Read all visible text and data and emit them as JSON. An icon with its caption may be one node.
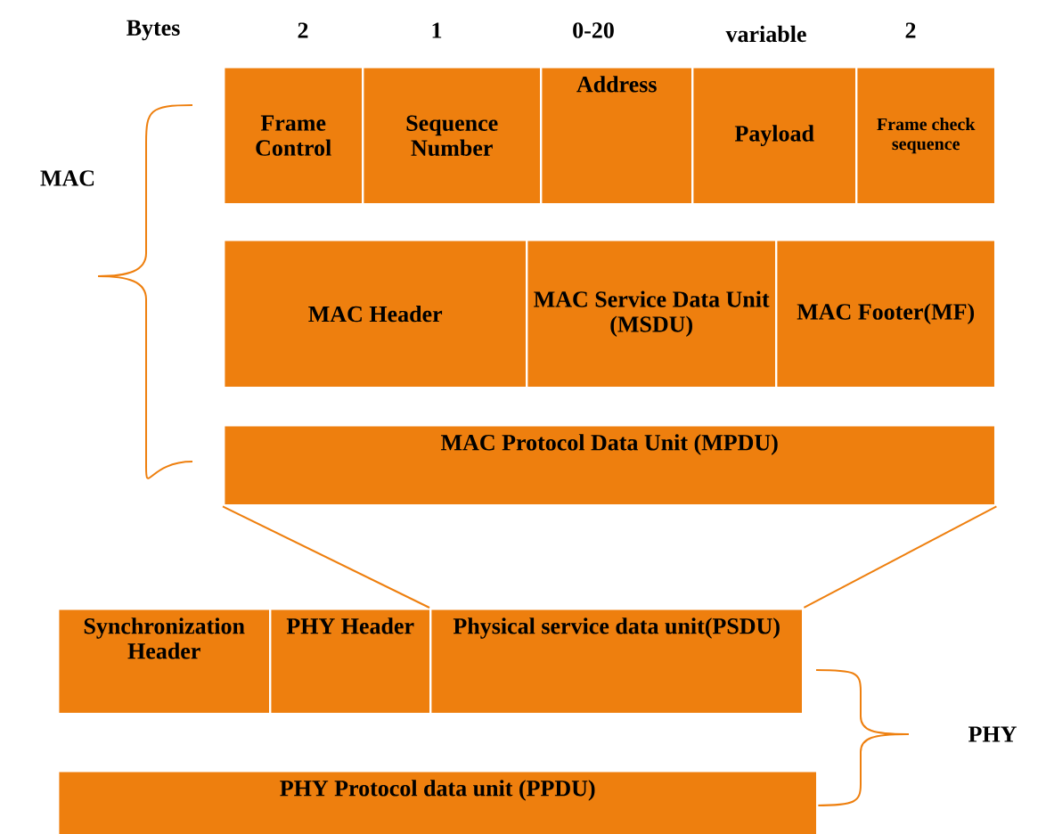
{
  "diagram": {
    "nodes": [
      {
        "text": [
          "Frame Control"
        ]
      },
      {
        "text": [
          "Sequence Number"
        ]
      },
      {
        "text": [
          "Address"
        ]
      },
      {
        "text": [
          "Payload"
        ]
      },
      {
        "text": [
          "Frame check sequence"
        ]
      },
      {
        "text": [
          "MAC Header"
        ]
      },
      {
        "text": [
          "MAC Service Data Unit (MSDU)"
        ]
      },
      {
        "text": [
          "MAC Footer(MF)"
        ]
      },
      {
        "text": [
          "MAC Protocol Data Unit (MPDU)"
        ]
      },
      {
        "text": [
          "Synchronization Header"
        ]
      },
      {
        "text": [
          "PHY Header"
        ]
      },
      {
        "text": [
          "Physical service data unit(PSDU)"
        ]
      },
      {
        "text": [
          "PHY Protocol data unit (PPDU)"
        ]
      }
    ],
    "edges": [
      {
        "from": 8,
        "to": 11,
        "arrow": "none"
      },
      {
        "from": 8,
        "to": 11,
        "arrow": "none"
      }
    ],
    "labels": [
      "Bytes",
      "2",
      "1",
      "0-20",
      "variable",
      "2",
      "MAC",
      "PHY"
    ]
  }
}
